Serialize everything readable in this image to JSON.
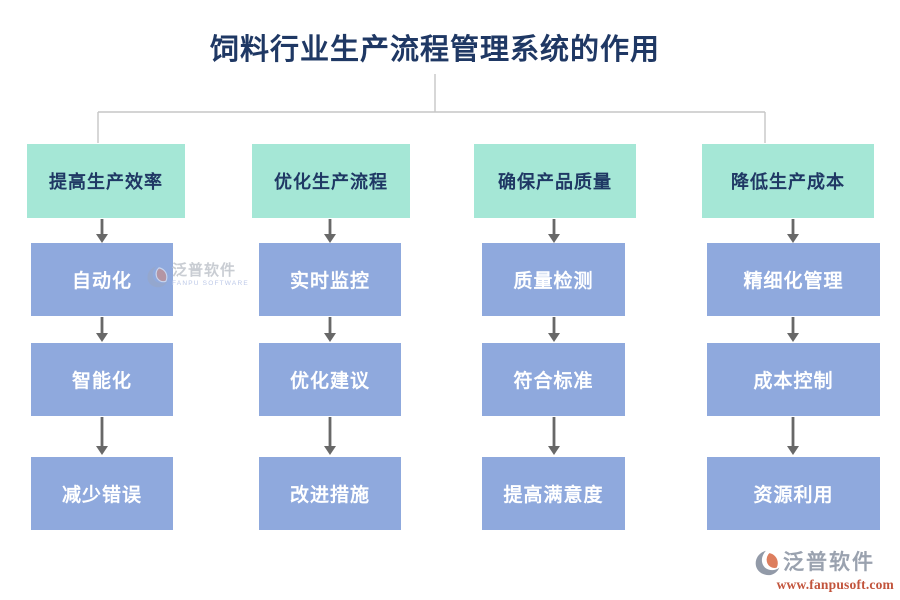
{
  "title": "饲料行业生产流程管理系统的作用",
  "columns": [
    {
      "header": "提高生产效率",
      "items": [
        "自动化",
        "智能化",
        "减少错误"
      ]
    },
    {
      "header": "优化生产流程",
      "items": [
        "实时监控",
        "优化建议",
        "改进措施"
      ]
    },
    {
      "header": "确保产品质量",
      "items": [
        "质量检测",
        "符合标准",
        "提高满意度"
      ]
    },
    {
      "header": "降低生产成本",
      "items": [
        "精细化管理",
        "成本控制",
        "资源利用"
      ]
    }
  ],
  "watermark": {
    "name": "泛普软件",
    "sub": "FANPU SOFTWARE"
  },
  "brand": {
    "name": "泛普软件",
    "url": "www.fanpusoft.com"
  },
  "colors": {
    "header_bg": "#a5e7d6",
    "item_bg": "#8fa9dd",
    "title": "#1f3864",
    "arrow": "#686868",
    "line": "#c6c6c6",
    "brand_text": "#9aa2af",
    "brand_url": "#c2543c"
  }
}
